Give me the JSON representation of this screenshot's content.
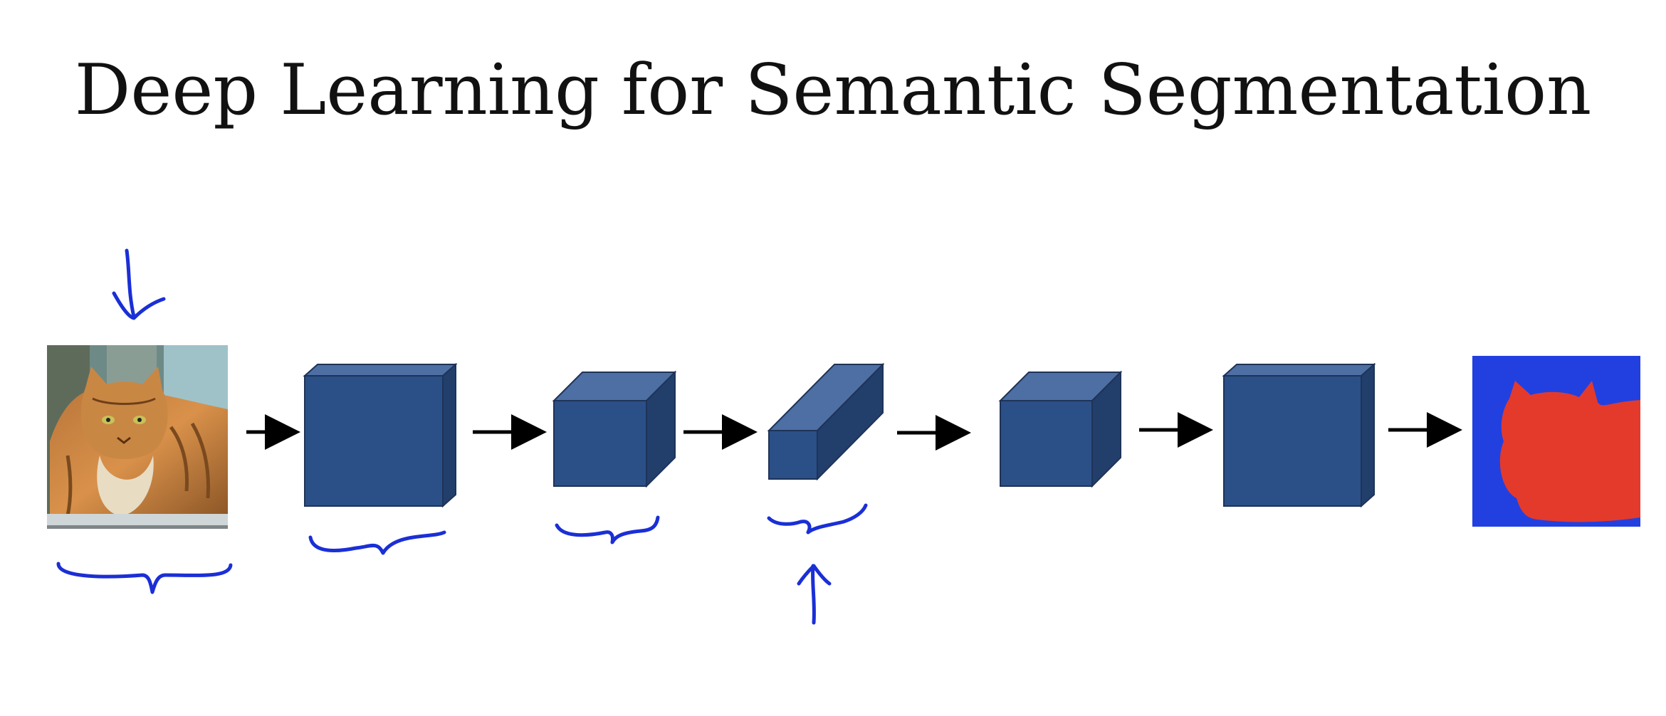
{
  "slide": {
    "title": "Deep Learning for Semantic Segmentation"
  },
  "diagram": {
    "input_image": "cat-photo",
    "output_image": "segmentation-mask",
    "colors": {
      "cube_front": "#2b5087",
      "cube_top": "#4d6fa3",
      "cube_side": "#223f6c",
      "cube_edge": "#1e3358",
      "arrow": "#000000",
      "annotation": "#1a2fd6",
      "mask_background": "#2240e0",
      "mask_foreground": "#e33a2c"
    }
  }
}
